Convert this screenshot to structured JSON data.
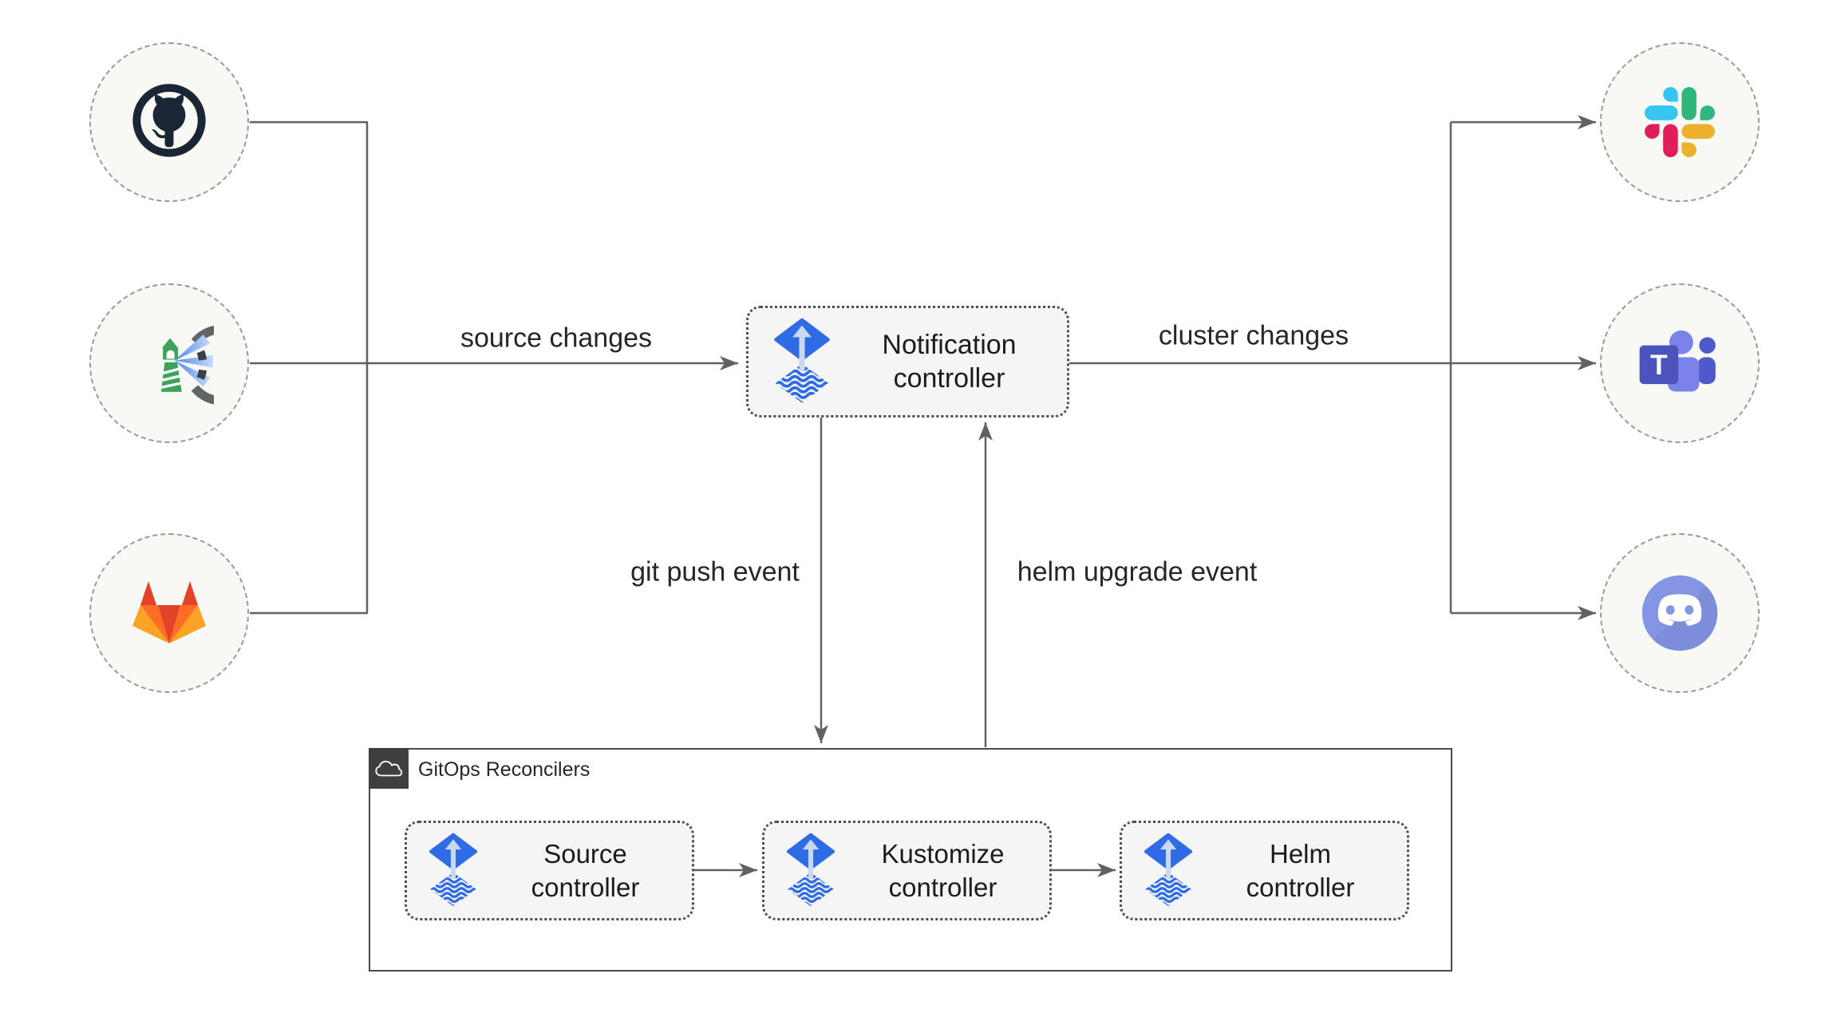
{
  "edge_labels": {
    "source_changes": "source changes",
    "cluster_changes": "cluster changes",
    "git_push": "git push event",
    "helm_upgrade": "helm upgrade event"
  },
  "nodes": {
    "notification": {
      "label": "Notification\ncontroller"
    },
    "source": {
      "label": "Source\ncontroller"
    },
    "kustomize": {
      "label": "Kustomize\ncontroller"
    },
    "helm": {
      "label": "Helm\ncontroller"
    }
  },
  "container": {
    "title": "GitOps Reconcilers"
  },
  "icons": {
    "left_sources": [
      "github-icon",
      "harbor-icon",
      "gitlab-icon"
    ],
    "right_targets": [
      "slack-icon",
      "teams-icon",
      "discord-icon"
    ],
    "teams_letter": "T"
  },
  "colors": {
    "flux_blue": "#2f6be4",
    "flux_arrow_light": "#c9d9f4",
    "connector_gray": "#616161",
    "node_fill": "#f5f5f5",
    "circle_fill": "#f8f8f5",
    "container_header_bg": "#3f3f3f",
    "github_dark": "#1a2634",
    "harbor_gray": "#5f6467",
    "harbor_green": "#3da35c",
    "gitlab_red": "#e24329",
    "gitlab_orange": "#fc6d26",
    "gitlab_yellow": "#fca326",
    "slack_blue": "#36c5f0",
    "slack_green": "#2eb67d",
    "slack_pink": "#e01e5a",
    "slack_yellow": "#ecb22e",
    "teams_indigo": "#4b53bc",
    "teams_light": "#7b83eb",
    "teams_mid": "#5059c9",
    "discord_blurple": "#8495e6"
  }
}
